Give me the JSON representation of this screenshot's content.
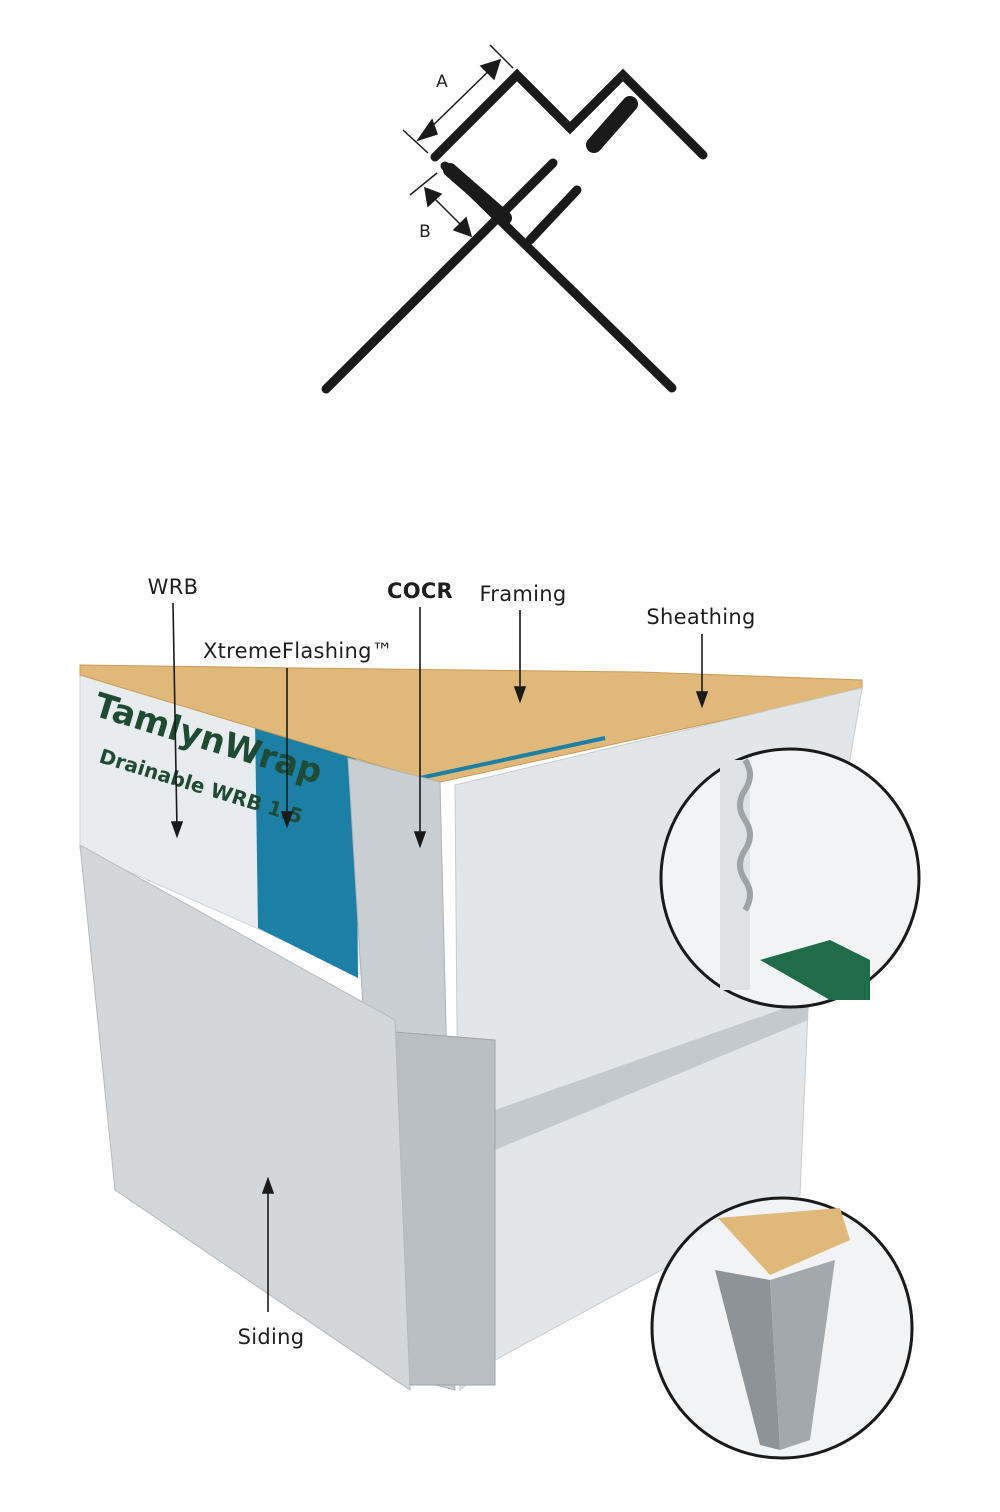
{
  "profile_diagram": {
    "dimension_labels": [
      "A",
      "B"
    ]
  },
  "illustration": {
    "product_print": "TamlynWrap Drainable WRB 1.5",
    "callouts": {
      "wrb": "WRB",
      "flashing": "XtremeFlashing™",
      "cocr": "COCR",
      "framing": "Framing",
      "sheathing": "Sheathing",
      "siding": "Siding"
    }
  },
  "colors": {
    "profile": "#1a1a1a",
    "wood": "#e0b97a",
    "blue_flashing": "#1b7fa6",
    "siding": "#dfe3e6",
    "trim": "#b9bec2",
    "wrb_text": "#1f4a33"
  }
}
